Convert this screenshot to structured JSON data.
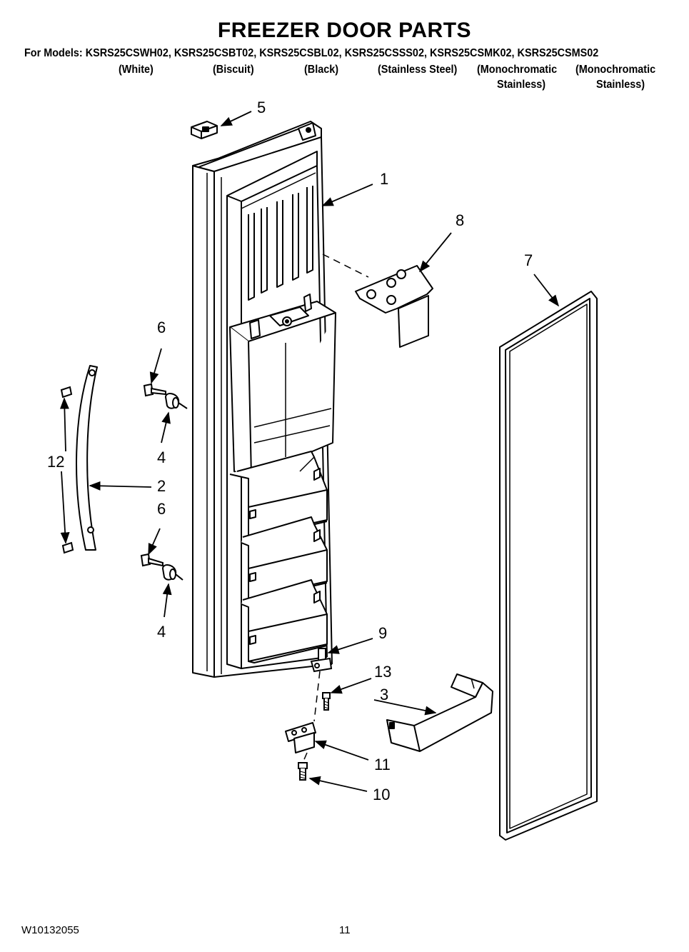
{
  "header": {
    "title": "FREEZER DOOR PARTS",
    "models_line": "For Models: KSRS25CSWH02, KSRS25CSBT02, KSRS25CSBL02, KSRS25CSSS02, KSRS25CSMK02, KSRS25CSMS02",
    "finishes": [
      {
        "line1": "(White)",
        "line2": ""
      },
      {
        "line1": "(Biscuit)",
        "line2": ""
      },
      {
        "line1": "(Black)",
        "line2": ""
      },
      {
        "line1": "(Stainless Steel)",
        "line2": ""
      },
      {
        "line1": "(Monochromatic",
        "line2": "Stainless)"
      },
      {
        "line1": "(Monochromatic",
        "line2": "Stainless)"
      }
    ]
  },
  "callouts": {
    "c1": "1",
    "c2": "2",
    "c3": "3",
    "c4a": "4",
    "c4b": "4",
    "c5": "5",
    "c6a": "6",
    "c6b": "6",
    "c7": "7",
    "c8": "8",
    "c9": "9",
    "c10": "10",
    "c11": "11",
    "c12": "12",
    "c13": "13"
  },
  "footer": {
    "doc_number": "W10132055",
    "page_number": "11"
  }
}
